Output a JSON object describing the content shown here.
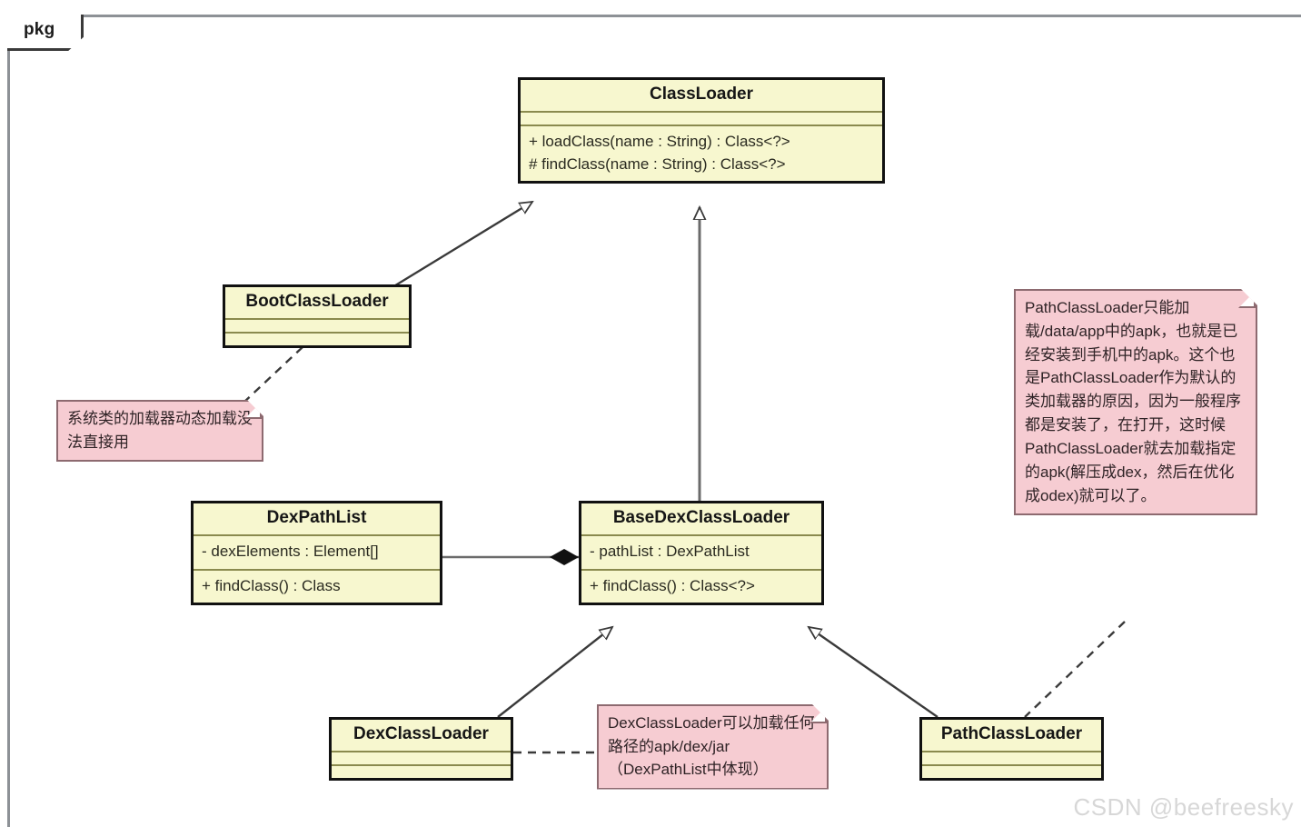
{
  "frame": {
    "tab_label": "pkg"
  },
  "classes": [
    {
      "id": "classloader",
      "name": "ClassLoader",
      "attributes": [],
      "methods": [
        "+ loadClass(name : String) : Class<?>",
        "# findClass(name : String) : Class<?>"
      ]
    },
    {
      "id": "bootclassloader",
      "name": "BootClassLoader",
      "attributes": [],
      "methods": []
    },
    {
      "id": "dexpathlist",
      "name": "DexPathList",
      "attributes": [
        "- dexElements : Element[]"
      ],
      "methods": [
        "+ findClass() : Class"
      ]
    },
    {
      "id": "basedexclassloader",
      "name": "BaseDexClassLoader",
      "attributes": [
        "- pathList : DexPathList"
      ],
      "methods": [
        "+ findClass() : Class<?>"
      ]
    },
    {
      "id": "dexclassloader",
      "name": "DexClassLoader",
      "attributes": [],
      "methods": []
    },
    {
      "id": "pathclassloader",
      "name": "PathClassLoader",
      "attributes": [],
      "methods": []
    }
  ],
  "notes": [
    {
      "id": "note-boot",
      "attached_to": "BootClassLoader",
      "text": "系统类的加载器动态加载没法直接用"
    },
    {
      "id": "note-dex",
      "attached_to": "DexClassLoader",
      "text": "DexClassLoader可以加载任何路径的apk/dex/jar（DexPathList中体现）"
    },
    {
      "id": "note-path",
      "attached_to": "PathClassLoader",
      "text": "PathClassLoader只能加载/data/app中的apk，也就是已经安装到手机中的apk。这个也是PathClassLoader作为默认的类加载器的原因，因为一般程序都是安装了，在打开，这时候PathClassLoader就去加载指定的apk(解压成dex，然后在优化成odex)就可以了。"
    }
  ],
  "relations": [
    {
      "type": "generalization",
      "from": "BootClassLoader",
      "to": "ClassLoader"
    },
    {
      "type": "generalization",
      "from": "BaseDexClassLoader",
      "to": "ClassLoader"
    },
    {
      "type": "generalization",
      "from": "DexClassLoader",
      "to": "BaseDexClassLoader"
    },
    {
      "type": "generalization",
      "from": "PathClassLoader",
      "to": "BaseDexClassLoader"
    },
    {
      "type": "composition",
      "from": "BaseDexClassLoader",
      "to": "DexPathList"
    },
    {
      "type": "note-link",
      "from": "note-boot",
      "to": "BootClassLoader"
    },
    {
      "type": "note-link",
      "from": "note-dex",
      "to": "DexClassLoader"
    },
    {
      "type": "note-link",
      "from": "note-path",
      "to": "PathClassLoader"
    }
  ],
  "watermark": {
    "text": "CSDN @beefreesky"
  },
  "colors": {
    "class_fill": "#f7f7cf",
    "class_border": "#111111",
    "compartment_separator": "#8a8a4e",
    "note_fill": "#f6ccd2",
    "note_border": "#8d6a70",
    "frame_border": "#8d9196",
    "connector": "#4a4a4a",
    "watermark": "#d7d7d7"
  }
}
